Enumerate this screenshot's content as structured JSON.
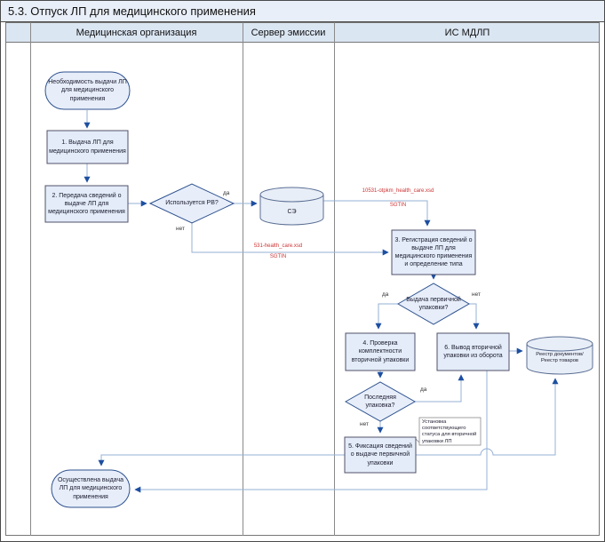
{
  "title": "5.3. Отпуск ЛП для медицинского применения",
  "lanes": [
    {
      "label": "Медицинская организация"
    },
    {
      "label": "Сервер эмиссии"
    },
    {
      "label": "ИС МДЛП"
    }
  ],
  "nodes": {
    "start": "Необходимость выдачи ЛП для медицинского применения",
    "step1": "1. Выдача ЛП для медицинского применения",
    "step2": "2. Передача сведений о выдаче ЛП для медицинского применения",
    "decision_rv": "Используется РВ?",
    "db_se": "СЭ",
    "step3": "3. Регистрация сведений о выдаче ЛП для медицинского применения и определение типа",
    "decision_primary": "Выдача первичной упаковки?",
    "step4": "4. Проверка комплектности вторичной упаковки",
    "step6": "6. Вывод вторичной упаковки из оборота",
    "db_registry": "Реестр документов/Реестр товаров",
    "decision_last": "Последняя упаковка?",
    "step5": "5. Фиксация сведений о выдаче первичной упаковки",
    "annotation": "Установка соответствующего статуса для вторичной упаковки ЛП",
    "end": "Осуществлена выдача ЛП для медицинского применения"
  },
  "edges": {
    "yes": "да",
    "no": "нет",
    "rv_xsd": "10531-otpkm_health_care.xsd",
    "rv_sgtin": "SGTIN",
    "direct_xsd": "531-health_care.xsd",
    "direct_sgtin": "SGTIN"
  },
  "colors": {
    "titlebar_bg": "#e9eff8",
    "header_bg": "#dbe6f3",
    "shape_fill": "#e3ecf8",
    "shape_border": "#2f528f",
    "box_border": "#50506a",
    "connector": "#94b0d5",
    "arrowhead": "#1d4fa1",
    "edge_file_label": "#cc3333"
  }
}
